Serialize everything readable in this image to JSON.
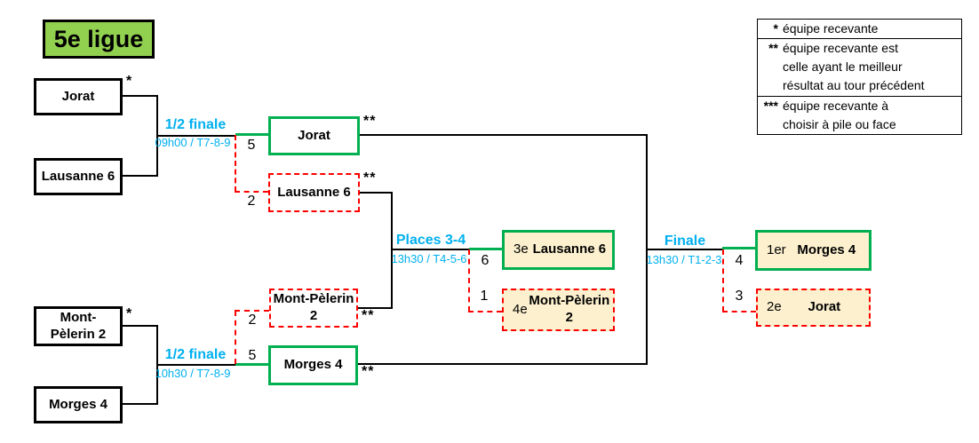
{
  "title": "5e ligue",
  "colors": {
    "title_bg": "#92D050",
    "winner_green": "#00B050",
    "loser_red": "#FF0000",
    "stage_cyan": "#00B0F0",
    "podium_bg": "#FCF0CE"
  },
  "round1": {
    "team_a": "Jorat",
    "team_a_marker": "*",
    "team_b": "Lausanne 6",
    "team_c": "Mont-Pèlerin 2",
    "team_c_marker": "*",
    "team_d": "Morges 4"
  },
  "semifinal1": {
    "label": "1/2 finale",
    "time": "09h00 / T7-8-9",
    "winner_name": "Jorat",
    "winner_score": "5",
    "winner_marker": "**",
    "loser_name": "Lausanne 6",
    "loser_score": "2",
    "loser_marker": "**"
  },
  "semifinal2": {
    "label": "1/2 finale",
    "time": "10h30 / T7-8-9",
    "winner_name": "Morges 4",
    "winner_score": "5",
    "winner_marker": "**",
    "loser_name": "Mont-Pèlerin 2",
    "loser_score": "2",
    "loser_marker": "**"
  },
  "places34": {
    "label": "Places 3-4",
    "time": "13h30 / T4-5-6",
    "winner_rank": "3e",
    "winner_name": "Lausanne 6",
    "winner_score": "6",
    "loser_rank": "4e",
    "loser_name": "Mont-Pèlerin 2",
    "loser_score": "1"
  },
  "finale": {
    "label": "Finale",
    "time": "13h30 / T1-2-3",
    "winner_rank": "1er",
    "winner_name": "Morges 4",
    "winner_score": "4",
    "loser_rank": "2e",
    "loser_name": "Jorat",
    "loser_score": "3"
  },
  "legend": {
    "rows": [
      {
        "marker": "*",
        "text": [
          "équipe recevante"
        ]
      },
      {
        "marker": "**",
        "text": [
          "équipe recevante est",
          "celle ayant le meilleur",
          "résultat au tour précédent"
        ]
      },
      {
        "marker": "***",
        "text": [
          "équipe recevante à",
          "choisir à pile ou face"
        ]
      }
    ]
  }
}
